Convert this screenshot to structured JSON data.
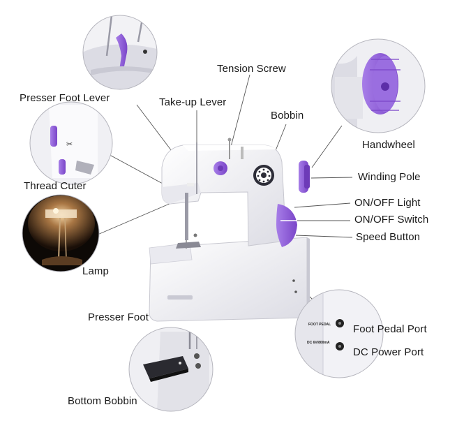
{
  "diagram": {
    "labels": {
      "tension_screw": "Tension Screw",
      "presser_foot_lever": "Presser Foot Lever",
      "take_up_lever": "Take-up Lever",
      "bobbin": "Bobbin",
      "handwheel": "Handwheel",
      "winding_pole": "Winding Pole",
      "thread_cutter": "Thread Cuter",
      "on_off_light": "ON/OFF Light",
      "on_off_switch": "ON/OFF Switch",
      "speed_button": "Speed Button",
      "lamp": "Lamp",
      "presser_foot": "Presser Foot",
      "foot_pedal_port": "Foot Pedal Port",
      "dc_power_port": "DC Power Port",
      "bottom_bobbin": "Bottom Bobbin"
    },
    "port_panel": {
      "foot_pedal_text": "FOOT PEDAL",
      "dc_text": "DC 6V/800mA"
    },
    "colors": {
      "accent_purple": "#8f5fd6",
      "machine_white": "#f4f4f7",
      "line": "#555555"
    }
  }
}
